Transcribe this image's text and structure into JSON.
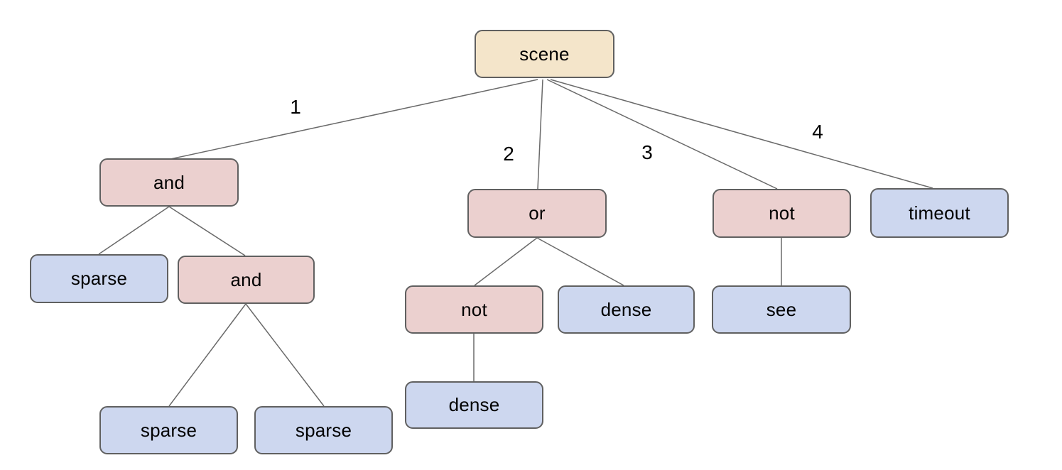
{
  "diagram": {
    "type": "tree",
    "root": {
      "label": "scene",
      "children": [
        {
          "edge_label": "1",
          "label": "and",
          "children": [
            {
              "label": "sparse"
            },
            {
              "label": "and",
              "children": [
                {
                  "label": "sparse"
                },
                {
                  "label": "sparse"
                }
              ]
            }
          ]
        },
        {
          "edge_label": "2",
          "label": "or",
          "children": [
            {
              "label": "not",
              "children": [
                {
                  "label": "dense"
                }
              ]
            },
            {
              "label": "dense"
            }
          ]
        },
        {
          "edge_label": "3",
          "label": "not",
          "children": [
            {
              "label": "see"
            }
          ]
        },
        {
          "edge_label": "4",
          "label": "timeout"
        }
      ]
    }
  },
  "nodes": [
    {
      "id": "scene",
      "label": "scene",
      "role": "root"
    },
    {
      "id": "and-1",
      "label": "and",
      "role": "operator"
    },
    {
      "id": "or-1",
      "label": "or",
      "role": "operator"
    },
    {
      "id": "not-b3",
      "label": "not",
      "role": "operator"
    },
    {
      "id": "timeout",
      "label": "timeout",
      "role": "leaf"
    },
    {
      "id": "sparse-1",
      "label": "sparse",
      "role": "leaf"
    },
    {
      "id": "and-2",
      "label": "and",
      "role": "operator"
    },
    {
      "id": "not-b2",
      "label": "not",
      "role": "operator"
    },
    {
      "id": "dense-1",
      "label": "dense",
      "role": "leaf"
    },
    {
      "id": "see",
      "label": "see",
      "role": "leaf"
    },
    {
      "id": "sparse-2",
      "label": "sparse",
      "role": "leaf"
    },
    {
      "id": "sparse-3",
      "label": "sparse",
      "role": "leaf"
    },
    {
      "id": "dense-2",
      "label": "dense",
      "role": "leaf"
    }
  ],
  "edge_labels": [
    "1",
    "2",
    "3",
    "4"
  ],
  "colors": {
    "root_fill": "#f4e5ca",
    "operator_fill": "#ebd0cf",
    "leaf_fill": "#cdd7ef",
    "node_border": "#606060",
    "edge_stroke": "#6a6a6a",
    "text": "#000000",
    "background": "#ffffff"
  }
}
